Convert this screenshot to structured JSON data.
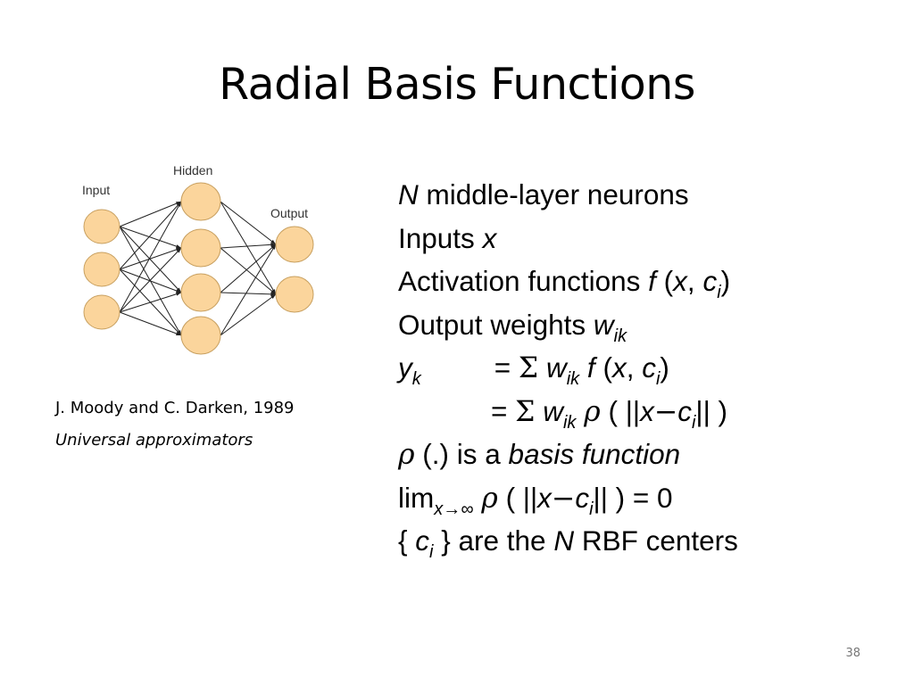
{
  "slide": {
    "title": "Radial Basis Functions",
    "page_number": "38"
  },
  "diagram": {
    "layers": [
      {
        "label": "Input",
        "nodes": 3
      },
      {
        "label": "Hidden",
        "nodes": 4
      },
      {
        "label": "Output",
        "nodes": 2
      }
    ],
    "node_color": "#fbd59c",
    "node_stroke": "#c8a060"
  },
  "caption": {
    "citation": "J. Moody and C. Darken, 1989",
    "subtitle": "Universal approximators"
  },
  "lines": {
    "l1": {
      "a": "N",
      "b": " middle-layer neurons"
    },
    "l2": {
      "a": "Inputs ",
      "b": "x"
    },
    "l3": {
      "a": "Activation functions ",
      "b": "f",
      "c": " (",
      "d": "x",
      "e": ", ",
      "f": "c",
      "g": "i",
      "h": ")"
    },
    "l4": {
      "a": "Output weights ",
      "b": "w",
      "c": "ik"
    },
    "l5": {
      "a": "y",
      "b": "k",
      "c": "= ",
      "d": "Σ",
      "e": " ",
      "f": "w",
      "g": "ik",
      "h": " ",
      "i": "f",
      "j": " (",
      "k": "x",
      "l": ", ",
      "m": "c",
      "n": "i",
      "o": ")"
    },
    "l6": {
      "a": "= ",
      "b": "Σ",
      "c": " ",
      "d": "w",
      "e": "ik",
      "f": " ",
      "g": "ρ",
      "h": " ( ||",
      "i": "x",
      "j": "−",
      "k": "c",
      "l": "i",
      "m": "|| )"
    },
    "l7": {
      "a": "ρ",
      "b": " (.) is a ",
      "c": "basis function"
    },
    "l8": {
      "a": "lim",
      "b": "x→∞",
      "c": " ",
      "d": "ρ",
      "e": " ( ||",
      "f": "x",
      "g": "−",
      "h": "c",
      "i": "i",
      "j": "|| ) = 0"
    },
    "l9": {
      "a": "{ ",
      "b": "c",
      "c": "i",
      "d": " } are the ",
      "e": "N",
      "f": " RBF centers"
    }
  }
}
